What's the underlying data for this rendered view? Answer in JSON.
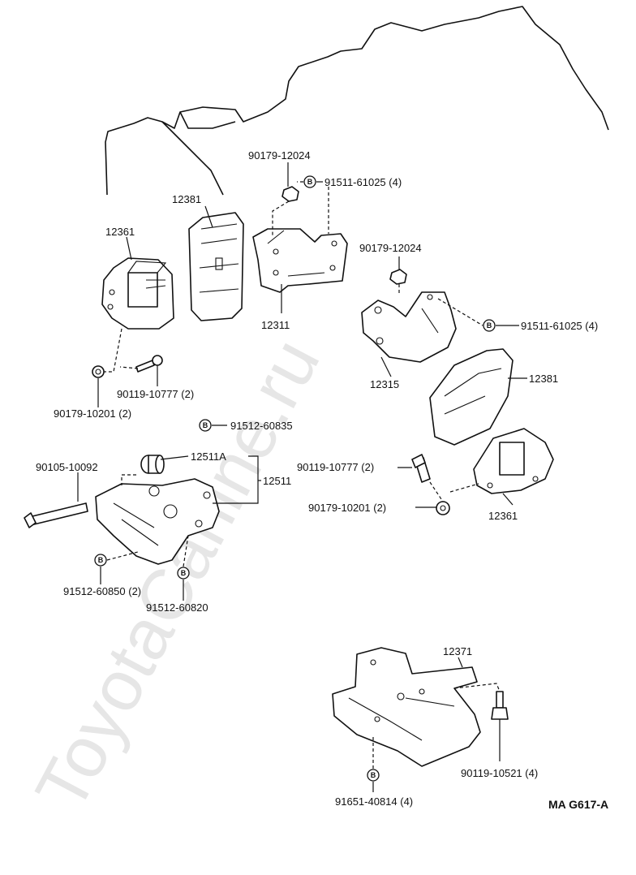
{
  "watermark": "ToyotaCarline.ru",
  "diagram_code": "MA G617-A",
  "bolt_marker": "B",
  "labels": {
    "p12381_top": "12381",
    "p12361_left": "12361",
    "p12311": "12311",
    "p90179_12024_a": "90179-12024",
    "p91511_61025_a": "91511-61025 (4)",
    "p90179_12024_b": "90179-12024",
    "p91511_61025_b": "91511-61025 (4)",
    "p12315": "12315",
    "p12381_right": "12381",
    "p90119_10777_left": "90119-10777 (2)",
    "p90179_10201_left": "90179-10201 (2)",
    "p91512_60835": "91512-60835",
    "p12511A": "12511A",
    "p12511": "12511",
    "p90105_10092": "90105-10092",
    "p90119_10777_right": "90119-10777 (2)",
    "p90179_10201_right": "90179-10201 (2)",
    "p12361_right": "12361",
    "p91512_60850": "91512-60850 (2)",
    "p91512_60820": "91512-60820",
    "p12371": "12371",
    "p90119_10521": "90119-10521 (4)",
    "p91651_40814": "91651-40814 (4)"
  }
}
